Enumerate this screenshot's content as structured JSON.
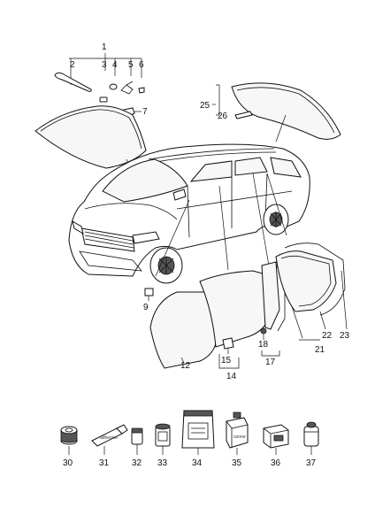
{
  "callouts": {
    "c1": "1",
    "c2": "2",
    "c3": "3",
    "c4": "4",
    "c5": "5",
    "c6": "6",
    "c7": "7",
    "c9": "9",
    "c12": "12",
    "c14": "14",
    "c15": "15",
    "c17": "17",
    "c18": "18",
    "c21": "21",
    "c22": "22",
    "c23": "23",
    "c25": "25",
    "c26": "26",
    "c30": "30",
    "c31": "31",
    "c32": "32",
    "c33": "33",
    "c34": "34",
    "c35": "35",
    "c36": "36",
    "c37": "37"
  }
}
